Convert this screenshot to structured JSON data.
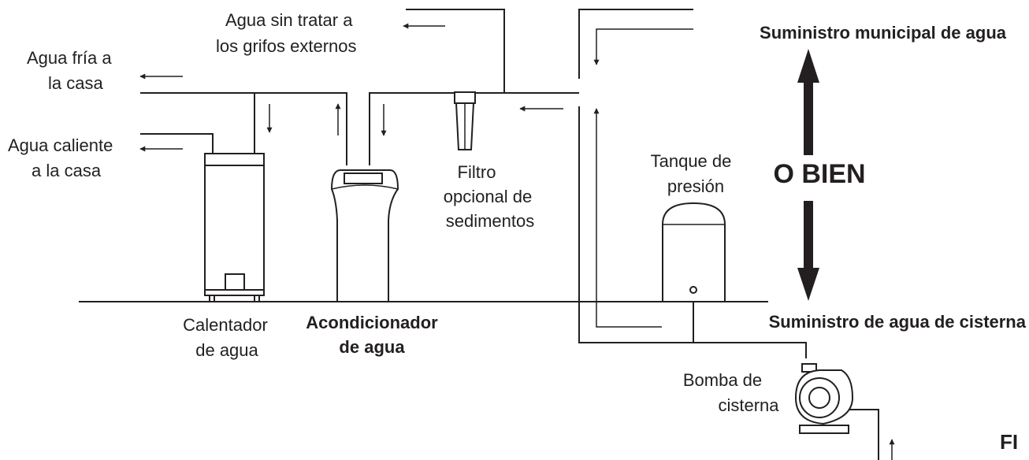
{
  "labels": {
    "cold_water_1": "Agua fría a",
    "cold_water_2": "la casa",
    "untreated_1": "Agua sin tratar a",
    "untreated_2": "los grifos externos",
    "hot_water_1": "Agua caliente",
    "hot_water_2": "a la casa",
    "filter_1": "Filtro",
    "filter_2": "opcional de",
    "filter_3": "sedimentos",
    "tank_1": "Tanque de",
    "tank_2": "presión",
    "municipal": "Suministro municipal de agua",
    "either": "O BIEN",
    "well": "Suministro de agua de cisterna",
    "heater_1": "Calentador",
    "heater_2": "de agua",
    "conditioner_1": "Acondicionador",
    "conditioner_2": "de agua",
    "pump_1": "Bomba de",
    "pump_2": "cisterna",
    "corner": "FI"
  },
  "colors": {
    "line": "#231f20",
    "background": "#ffffff"
  }
}
